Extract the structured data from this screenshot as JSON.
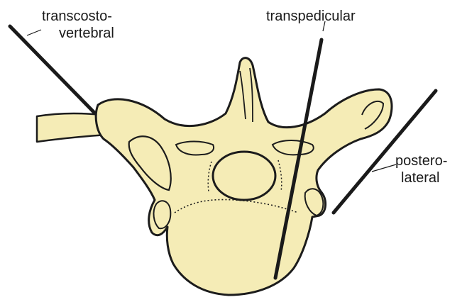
{
  "labels": {
    "transcostovertebral": {
      "line1": "transcosto-",
      "line2": "vertebral"
    },
    "transpedicular": "transpedicular",
    "posterolateral": {
      "line1": "postero-",
      "line2": "lateral"
    }
  },
  "colors": {
    "bone_fill": "#f5ecb6",
    "outline": "#1c1c1c",
    "needle": "#1a1a1a",
    "background": "#ffffff"
  }
}
